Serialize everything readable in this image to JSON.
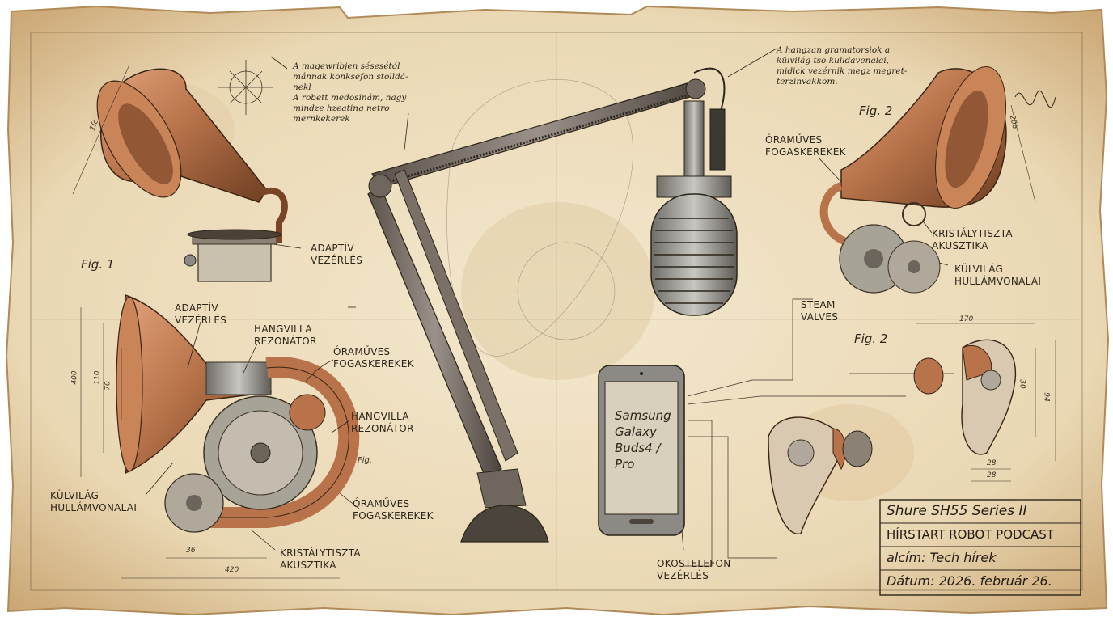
{
  "figure_labels": {
    "fig1": "Fig. 1",
    "fig2_top": "Fig. 2",
    "fig2_mid": "Fig. 2",
    "fig_small": "Fig."
  },
  "notes": {
    "top_left": "A magewribjen sésesétól\nmánnak konksefon stolldá-\nnekl\nA robett medosinám, nagy\nmindze hzeating netro\nmernkekerek",
    "top_right": "A hangzan gramatorsiok a\nkülvilág tso kulldavenalai,\nmidick vezérnik megz megret-\nterzinvakkom."
  },
  "callouts": {
    "adaptiv_top": "ADAPTÍV\nVEZÉRLÉS",
    "adaptiv_left": "ADAPTÍV\nVEZÉRLÉS",
    "hangvilla_1": "HANGVILLA\nREZONÁTOR",
    "hangvilla_2": "HANGVILLA\nREZONÁTOR",
    "oramuves_1": "ÓRAMŰVES\nFOGASKEREKEK",
    "oramuves_2": "ÓRAMŰVES\nFOGASKEREKEK",
    "oramuves_right": "ÓRAMŰVES\nFOGASKEREKEK",
    "kulvilag_left": "KÜLVILÁG\nHULLÁMVONALAI",
    "kulvilag_right": "KÜLVILÁG\nHULLÁMVONALAI",
    "kristaly_left": "KRISTÁLYTISZTA\nAKUSZTIKA",
    "kristaly_right": "KRISTÁLYTISZTA\nAKUSZTIKA",
    "steam": "STEAM\nVALVES",
    "okostelefon": "OKOSTELEFON\nVEZÉRLÉS"
  },
  "dimensions": {
    "d_top_left": "1ſc",
    "d_top_right": "206",
    "d_400": "400",
    "d_110": "110",
    "d_70": "70",
    "d_36": "36",
    "d_420": "420",
    "d_170": "170",
    "d_30": "30",
    "d_94": "94",
    "d_28a": "28",
    "d_28b": "28"
  },
  "phone": {
    "screen_text": "Samsung\nGalaxy\nBuds4 /\nPro"
  },
  "title_block": {
    "row1": "Shure SH55 Series II",
    "row2": "HÍRSTART ROBOT PODCAST",
    "row3": "alcím: Tech hírek",
    "row4": "Dátum: 2026. február 26."
  },
  "colors": {
    "paper": "#efe2c6",
    "paper_edge": "#c9a774",
    "ink": "#2b2418",
    "copper": "#b8734a",
    "steel": "#8b8a86"
  }
}
